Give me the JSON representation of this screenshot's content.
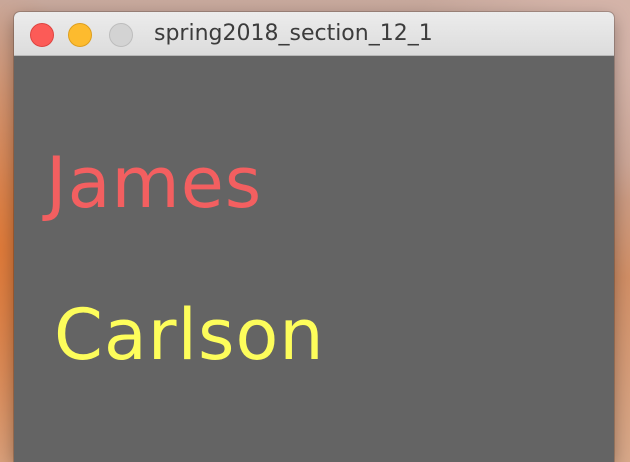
{
  "window": {
    "title": "spring2018_section_12_1"
  },
  "canvas": {
    "background_color": "#646464",
    "first_name": {
      "text": "James",
      "color": "#f35f60"
    },
    "last_name": {
      "text": "Carlson",
      "color": "#fdfd5b"
    }
  },
  "icons": {
    "close": "close-button-icon",
    "minimize": "minimize-button-icon",
    "zoom": "zoom-button-icon"
  }
}
